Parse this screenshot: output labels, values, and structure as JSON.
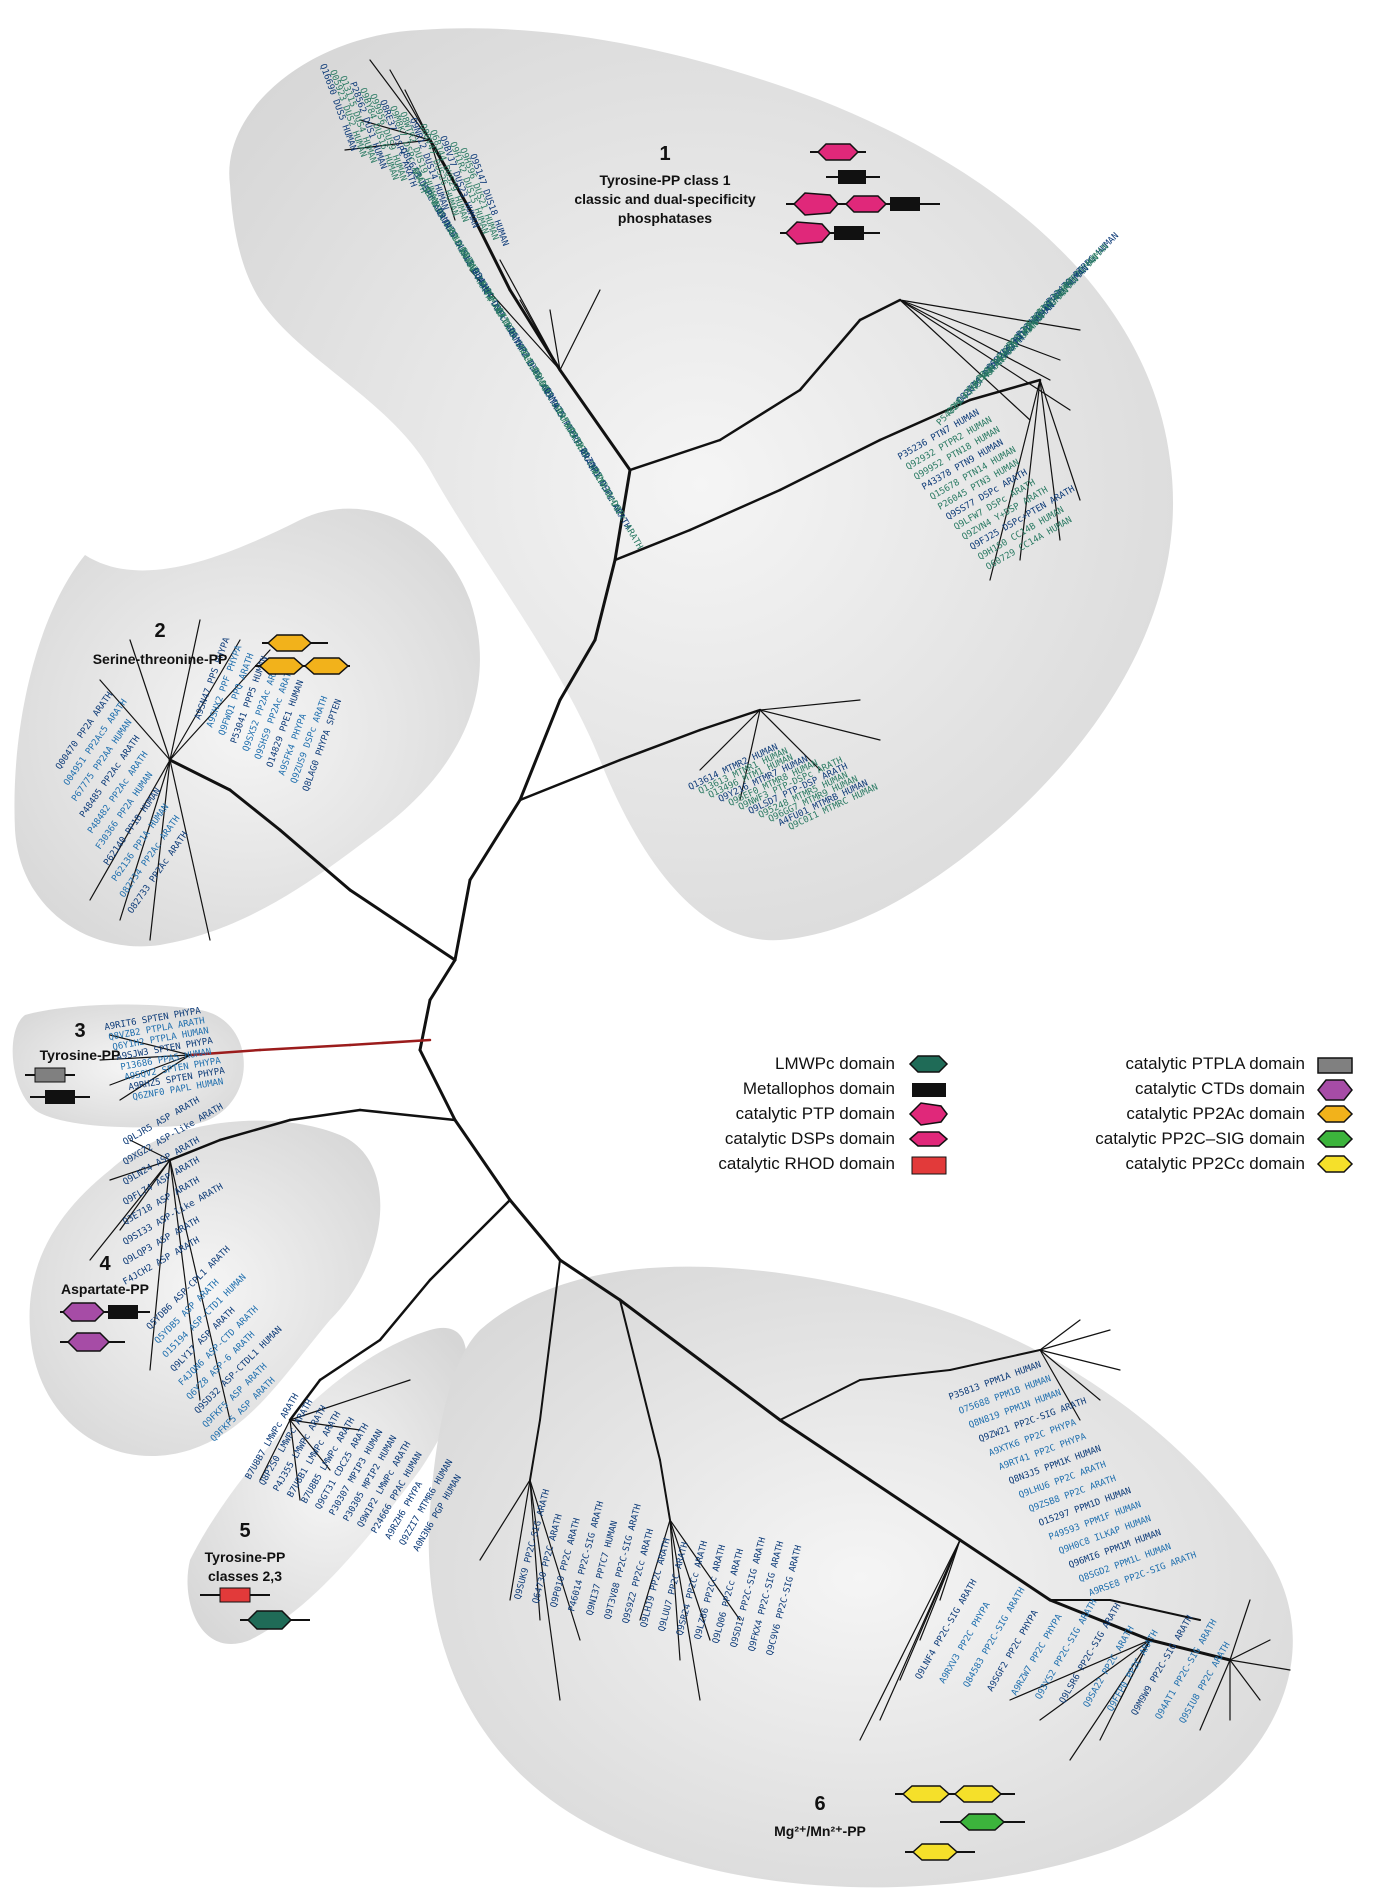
{
  "colors": {
    "blob": "#e6e6e6",
    "branch": "#111111",
    "tyrosine_branch": "#9b1c1c",
    "label_dark": "#0d3b78",
    "label_teal": "#2a7a63",
    "label_blue": "#1f6fae",
    "pink": "#e0287a",
    "black": "#111111",
    "magenta": "#e0287a",
    "orange": "#f2b21b",
    "yellow": "#f5e02a",
    "green": "#3cb43c",
    "purple": "#a64ca6",
    "grey": "#808080",
    "red": "#e23a3a",
    "darkgreen": "#1f6b57"
  },
  "groups": [
    {
      "number": "1",
      "lines": [
        "Tyrosine-PP class 1",
        "classic and dual-specificity",
        "phosphatases"
      ]
    },
    {
      "number": "2",
      "lines": [
        "Serine-threonine-PP"
      ]
    },
    {
      "number": "3",
      "lines": [
        "Tyrosine-PP"
      ]
    },
    {
      "number": "4",
      "lines": [
        "Aspartate-PP"
      ]
    },
    {
      "number": "5",
      "lines": [
        "Tyrosine-PP",
        "classes 2,3"
      ]
    },
    {
      "number": "6",
      "lines": [
        "Mg²⁺/Mn²⁺-PP"
      ]
    }
  ],
  "legend": {
    "left": [
      {
        "label": "LMWPc domain",
        "icon": "darkgreen-hexagon"
      },
      {
        "label": "Metallophos domain",
        "icon": "black-rectangle"
      },
      {
        "label": "catalytic PTP domain",
        "icon": "pink-pentagon"
      },
      {
        "label": "catalytic DSPs domain",
        "icon": "magenta-hexagon"
      },
      {
        "label": "catalytic RHOD domain",
        "icon": "red-rectangle"
      }
    ],
    "right": [
      {
        "label": "catalytic PTPLA domain",
        "icon": "grey-rectangle"
      },
      {
        "label": "catalytic CTDs domain",
        "icon": "purple-hexagon"
      },
      {
        "label": "catalytic PP2Ac domain",
        "icon": "orange-hexagon"
      },
      {
        "label": "catalytic PP2C–SIG  domain",
        "icon": "green-hexagon"
      },
      {
        "label": "catalytic PP2Cc domain",
        "icon": "yellow-hexagon"
      }
    ]
  },
  "leaf_labels": {
    "g1_dsp": [
      "Q16690 DUS5 HUMAN",
      "Q05923 DUS2 HUMAN",
      "Q13115 DUS4 HUMAN",
      "P28562 DUS1 HUMAN",
      "Q9BY84 DUS16 HUMAN",
      "Q99956 DUS9 HUMAN",
      "Q8RE37 DSPc ARATH",
      "Q9M8K7 DSPc ARATH",
      "Q8WTR2 DUS19 HUMAN",
      "Q9NR12 DUS14 HUMAN",
      "Q8BV47 DUS26 HUMAN",
      "Q68J44 DUS29 HUMAN",
      "Q9BVJ7 DUS23 HUMAN",
      "Q9H1R2 DUS15 HUMAN",
      "Q9H596 DUS21 HUMAN",
      "Q95147 DUS18 HUMAN",
      "Q8L613 DSPc ARATH",
      "Q9C5S1 DSPc-MAP-kinase ARATH",
      "Q8NEJ0 DUS18 HUMAN",
      "Q9UNI6 DUS12 HUMAN",
      "Q8UX09 DUS28 HUMAN",
      "Q9ZU71 DSPc ARATH",
      "Q84JU4 DSPc ARATH",
      "Q9FJV7 DSPc ARATH",
      "Q7I638 STYL1 HUMAN",
      "Q6NKP2 DSPc ARATH",
      "Q94C89 DSPc ARATH",
      "Q9LW93 DSPc ARATH",
      "Q9M4I5 PTPRF ARATH",
      "Q9FKS5 DSPc ARATH",
      "O95278 EPM2A HUMAN",
      "Q9ZQP1 DSPc ARATH",
      "Q7Y230 DSPc ARATH"
    ],
    "g1_ptp": [
      "P23470 PTPRG HUMAN",
      "Q12913 PTPRJ HUMAN",
      "P10586 PTPRF HUMAN",
      "P23468 PTPRD HUMAN",
      "P08575 PTPRC HUMAN",
      "Q13332 PTPRS HUMAN",
      "Q9BZG6 PTN1 HUMAN",
      "P29074 PTN4 HUMAN",
      "Q9H3S7 PTN23 HUMAN",
      "Q82656 PTPc ARATH",
      "Q9HD43 PTPRH HUMAN",
      "P54829 PTN5 HUMAN",
      "P35236 PTN7 HUMAN",
      "Q92932 PTPR2 HUMAN",
      "Q99952 PTN18 HUMAN",
      "P43378 PTN9 HUMAN",
      "Q15678 PTN14 HUMAN",
      "P26045 PTN3 HUMAN",
      "Q9SS77 DSPc ARATH",
      "Q9LFW7 DSPc ARATH",
      "Q9ZVN4 Y+DSP ARATH",
      "Q9FJ25 DSPc+PTEN ARATH",
      "Q9H1S0 CC14B HUMAN",
      "O60729 CC14A HUMAN"
    ],
    "g1_mtm": [
      "Q13614 MTMR2 HUMAN",
      "Q13613 MTMR1 HUMAN",
      "Q13496 MTM1 HUMAN",
      "Q9Y216 MTMR7 HUMAN",
      "Q96EF0 MTMR8 HUMAN",
      "Q9NWF3 PTP-DSPc ARATH",
      "Q9LSD7 PTP-DSP ARATH",
      "Q95248 MTMR5 HUMAN",
      "Q96GG7 MTMR9 HUMAN",
      "A4FU01 MTMRB HUMAN",
      "Q9C0I1 MTMRC HUMAN"
    ],
    "g2": [
      "Q00470 PP2A ARATH",
      "O04951 PP2Ac5 ARATH",
      "P67775 PP2AA HUMAN",
      "P48485 PP2Ac ARATH",
      "P48482 PP2Ac ARATH",
      "F30366 PP2A HUMAN",
      "P62140 PP1B HUMAN",
      "P62136 PP1A HUMAN",
      "O82734 PP2Ac ARATH",
      "O82733 PP2Ac ARATH",
      "A9SN47 PPS PHYPA",
      "A9SHX2 PPF PHYPA",
      "Q9FWQ1 PPQ ARATH",
      "P53041 PPP5 HUMAN",
      "Q9SX52 PP2Ac ARATH",
      "Q9SHS9 PP2Ac ARATH",
      "O14829 PPE1 HUMAN",
      "A9SFK4 PHYPA",
      "Q9ZUS9 DSPc ARATH",
      "Q8LAG0 PHYPA SPTEN"
    ],
    "g3": [
      "A9RIT6 SPTEN PHYPA",
      "Q8VZB2 PTPLA ARATH",
      "Q6Y1H2 PTPLA HUMAN",
      "A9SJW3 SPTEN PHYPA",
      "P13686 PPA5 HUMAN",
      "A9SQV2 SPTEN PHYPA",
      "A9RHZ5 SPTEN PHYPA",
      "Q6ZNF0 PAPL HUMAN"
    ],
    "g4": [
      "Q9LJR5 ASP ARATH",
      "Q9XGZ2 ASP-like ARATH",
      "Q9LN24 ASP ARATH",
      "Q9FL74 ASP ARATH",
      "Q3E718 ASP ARATH",
      "Q9SI33 ASP-like ARATH",
      "Q9LQP3 ASP ARATH",
      "F4JCH2 ASP ARATH",
      "Q5YDB6 ASP-CPL1 ARATH",
      "Q5YDB5 ASP ARATH",
      "O15194 ASP-CTD1 HUMAN",
      "Q9LY17 ASP ARATH",
      "F4JQN6 ASP-CTD ARATH",
      "Q6YZ8 ASP-6 ARATH",
      "Q9SD32 ASP-CTDL1 HUMAN",
      "Q9FKF5 ASP ARATH",
      "Q9FKF5 ASP ARATH"
    ],
    "g5": [
      "B7U8B7 LMWPc ARATH",
      "Q8P2S0 LMWPc ARATH",
      "P4J355 LMWPc ARATH",
      "B7U8B1 LMWPc ARATH",
      "B7U8B5 LMWPc ARATH",
      "Q9GT31 CDC25 ARATH",
      "P30307 MPIP3 HUMAN",
      "P30305 MPIP2 HUMAN",
      "Q9W1P2 LMWPc ARATH",
      "P24666 PPAC HUMAN",
      "A9RZH6 PHYPA",
      "Q9ZZI7 MTMR6 HUMAN",
      "A0N3N6 PGP HUMAN"
    ],
    "g6": [
      "Q9SUK9 PP2C-SIG ARATH",
      "Q64730 PP2C ARATH",
      "Q9P010 PP2C ARATH",
      "P46014 PP2C-SIG ARATH",
      "Q9NI37 PPTC7 HUMAN",
      "Q9T3V88 PP2C-SIG ARATH",
      "Q9S9Z2 PP2Cc ARATH",
      "Q9LHJ9 PP2C ARATH",
      "Q9LUU7 PP2C ARATH",
      "Q9SR24 PP2Cc ARATH",
      "Q9LZ86 PP2Cc ARATH",
      "Q9LQ06 PP2Cc ARATH",
      "Q9SD12 PP2C-SIG ARATH",
      "Q9FKX4 PP2C-SIG ARATH",
      "Q9C9V6 PP2C-SIG ARATH",
      "P35813 PPM1A HUMAN",
      "O75688 PPM1B HUMAN",
      "Q8N819 PPM1N HUMAN",
      "Q9ZW21 PP2C-SIG ARATH",
      "A9XTK6 PP2C PHYPA",
      "A9RT41 PP2C PHYPA",
      "Q8N3J5 PPM1K HUMAN",
      "Q9LHU6 PP2C ARATH",
      "Q9ZSB8 PP2C ARATH",
      "O15297 PPM1D HUMAN",
      "P49593 PPM1F HUMAN",
      "Q9H0C8 ILKAP HUMAN",
      "Q96MI6 PPM1M HUMAN",
      "Q8SGD2 PPM1L HUMAN",
      "A9RSE8 PP2C-SIG ARATH",
      "Q9LNF4 PP2C-SIG ARATH",
      "A9RXV3 PP2C PHYPA",
      "Q84583 PP2C-SIG ARATH",
      "A9SGF2 PP2C PHYPA",
      "A9RZW7 PP2C PHYPA",
      "Q93YS2 PP2C-SIG ARATH",
      "Q9LSR6 PP2C-SIG ARATH",
      "Q9SA22 PP2C ARATH",
      "Q9FFP0 PP2C ARATH",
      "Q9M9W9 PP2C-SIG ARATH",
      "Q94AT1 PP2C-SIG ARATH",
      "Q9SIU8 PP2C ARATH"
    ]
  }
}
